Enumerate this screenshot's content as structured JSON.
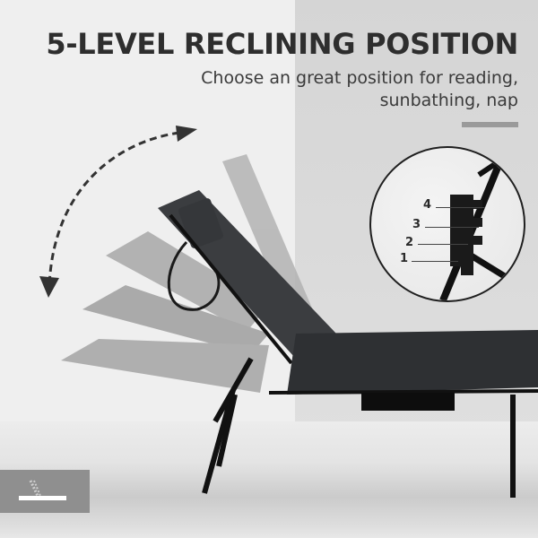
{
  "header": {
    "title": "5-LEVEL RECLINING POSITION",
    "subtitle_line1": "Choose an great position for reading,",
    "subtitle_line2": "sunbathing, nap"
  },
  "detail_inset": {
    "levels": [
      {
        "label": "4"
      },
      {
        "label": "3"
      },
      {
        "label": "2"
      },
      {
        "label": "1"
      }
    ]
  },
  "icons": {
    "arc_arrow": "double-headed-dashed-arc-arrow",
    "thumbnail": "reclined-lounger-thumbnail"
  },
  "colors": {
    "title": "#2e2e2e",
    "panel_right": "#d5d5d5",
    "panel_left": "#efefef",
    "chair_fabric": "#3a3c3e",
    "chair_frame": "#141414",
    "ghost_positions": "#a9a9a9",
    "divider": "#9a9a9a",
    "thumbnail_bg": "#8f8f8f"
  }
}
